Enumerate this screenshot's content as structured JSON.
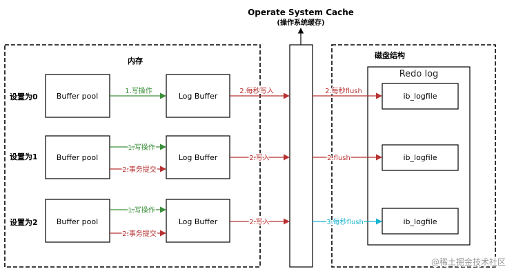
{
  "header": {
    "title": "Operate System Cache",
    "subtitle": "(操作系统缓存)"
  },
  "memory": {
    "label": "内存"
  },
  "disk": {
    "label": "磁盘结构",
    "redo_label": "Redo log",
    "logfile_label": "ib_logfile"
  },
  "rows": [
    {
      "setting": "设置为0",
      "buffer_pool": "Buffer pool",
      "log_buffer": "Log Buffer",
      "write_op": "1.写操作",
      "commit": "",
      "to_cache": "2.每秒写入",
      "to_disk": "2.每秒flush"
    },
    {
      "setting": "设置为1",
      "buffer_pool": "Buffer pool",
      "log_buffer": "Log Buffer",
      "write_op": "1.写操作",
      "commit": "2.事务提交",
      "to_cache": "2.写入",
      "to_disk": "2.flush"
    },
    {
      "setting": "设置为2",
      "buffer_pool": "Buffer pool",
      "log_buffer": "Log Buffer",
      "write_op": "1.写操作",
      "commit": "2.事务提交",
      "to_cache": "2.写入",
      "to_disk": "3.每秒flush"
    }
  ],
  "watermark": "@稀土掘金技术社区",
  "colors": {
    "green": "#3a8f3a",
    "red": "#b83232",
    "cyan": "#17b3cf",
    "black": "#000000"
  }
}
